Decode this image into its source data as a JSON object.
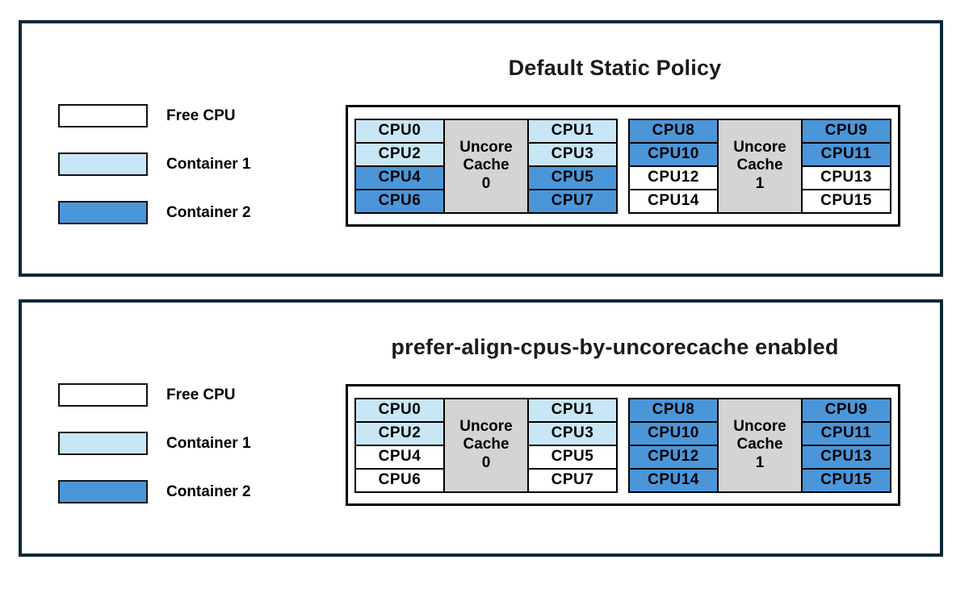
{
  "colors": {
    "free_cpu": "#ffffff",
    "container1": "#c9e6f7",
    "container2": "#4b96d9",
    "uncore_cache": "#d4d4d4",
    "panel_border": "#0e2836"
  },
  "legend": {
    "items": [
      {
        "label": "Free CPU",
        "color_key": "free_cpu"
      },
      {
        "label": "Container 1",
        "color_key": "container1"
      },
      {
        "label": "Container 2",
        "color_key": "container2"
      }
    ]
  },
  "panels": [
    {
      "title": "Default Static Policy",
      "groups": [
        {
          "uncore_lines": [
            "Uncore",
            "Cache",
            "0"
          ],
          "left_cpus": [
            {
              "label": "CPU0",
              "state": "container1"
            },
            {
              "label": "CPU2",
              "state": "container1"
            },
            {
              "label": "CPU4",
              "state": "container2"
            },
            {
              "label": "CPU6",
              "state": "container2"
            }
          ],
          "right_cpus": [
            {
              "label": "CPU1",
              "state": "container1"
            },
            {
              "label": "CPU3",
              "state": "container1"
            },
            {
              "label": "CPU5",
              "state": "container2"
            },
            {
              "label": "CPU7",
              "state": "container2"
            }
          ]
        },
        {
          "uncore_lines": [
            "Uncore",
            "Cache",
            "1"
          ],
          "left_cpus": [
            {
              "label": "CPU8",
              "state": "container2"
            },
            {
              "label": "CPU10",
              "state": "container2"
            },
            {
              "label": "CPU12",
              "state": "free_cpu"
            },
            {
              "label": "CPU14",
              "state": "free_cpu"
            }
          ],
          "right_cpus": [
            {
              "label": "CPU9",
              "state": "container2"
            },
            {
              "label": "CPU11",
              "state": "container2"
            },
            {
              "label": "CPU13",
              "state": "free_cpu"
            },
            {
              "label": "CPU15",
              "state": "free_cpu"
            }
          ]
        }
      ]
    },
    {
      "title": "prefer-align-cpus-by-uncorecache enabled",
      "groups": [
        {
          "uncore_lines": [
            "Uncore",
            "Cache",
            "0"
          ],
          "left_cpus": [
            {
              "label": "CPU0",
              "state": "container1"
            },
            {
              "label": "CPU2",
              "state": "container1"
            },
            {
              "label": "CPU4",
              "state": "free_cpu"
            },
            {
              "label": "CPU6",
              "state": "free_cpu"
            }
          ],
          "right_cpus": [
            {
              "label": "CPU1",
              "state": "container1"
            },
            {
              "label": "CPU3",
              "state": "container1"
            },
            {
              "label": "CPU5",
              "state": "free_cpu"
            },
            {
              "label": "CPU7",
              "state": "free_cpu"
            }
          ]
        },
        {
          "uncore_lines": [
            "Uncore",
            "Cache",
            "1"
          ],
          "left_cpus": [
            {
              "label": "CPU8",
              "state": "container2"
            },
            {
              "label": "CPU10",
              "state": "container2"
            },
            {
              "label": "CPU12",
              "state": "container2"
            },
            {
              "label": "CPU14",
              "state": "container2"
            }
          ],
          "right_cpus": [
            {
              "label": "CPU9",
              "state": "container2"
            },
            {
              "label": "CPU11",
              "state": "container2"
            },
            {
              "label": "CPU13",
              "state": "container2"
            },
            {
              "label": "CPU15",
              "state": "container2"
            }
          ]
        }
      ]
    }
  ]
}
